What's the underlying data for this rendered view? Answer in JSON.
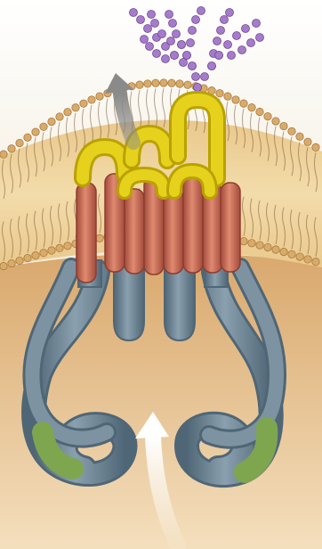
{
  "diagram": {
    "subject": "membrane-transporter-protein",
    "colors": {
      "extracellular_top": "#ffffff",
      "extracellular_bottom": "#e6d8b8",
      "cytoplasm_top": "#d9a86d",
      "cytoplasm_bottom": "#f4dfbd",
      "lipid_head": "#d9ab6a",
      "lipid_tail": "#7a5836",
      "membrane_core": "#efcf93",
      "sugar_chain": "#a77bcc",
      "protein_outer_loop": "#e6d21c",
      "protein_transmembrane": "#cc6a55",
      "protein_cytoplasmic": "#6f8898",
      "protein_domain_green": "#7ea64f",
      "efflux_arrow": "#9a9a9a",
      "influx_arrow": "#ffffff"
    },
    "arrows": [
      {
        "name": "efflux-arrow",
        "direction": "outward"
      },
      {
        "name": "influx-arrow",
        "direction": "inward"
      }
    ]
  }
}
